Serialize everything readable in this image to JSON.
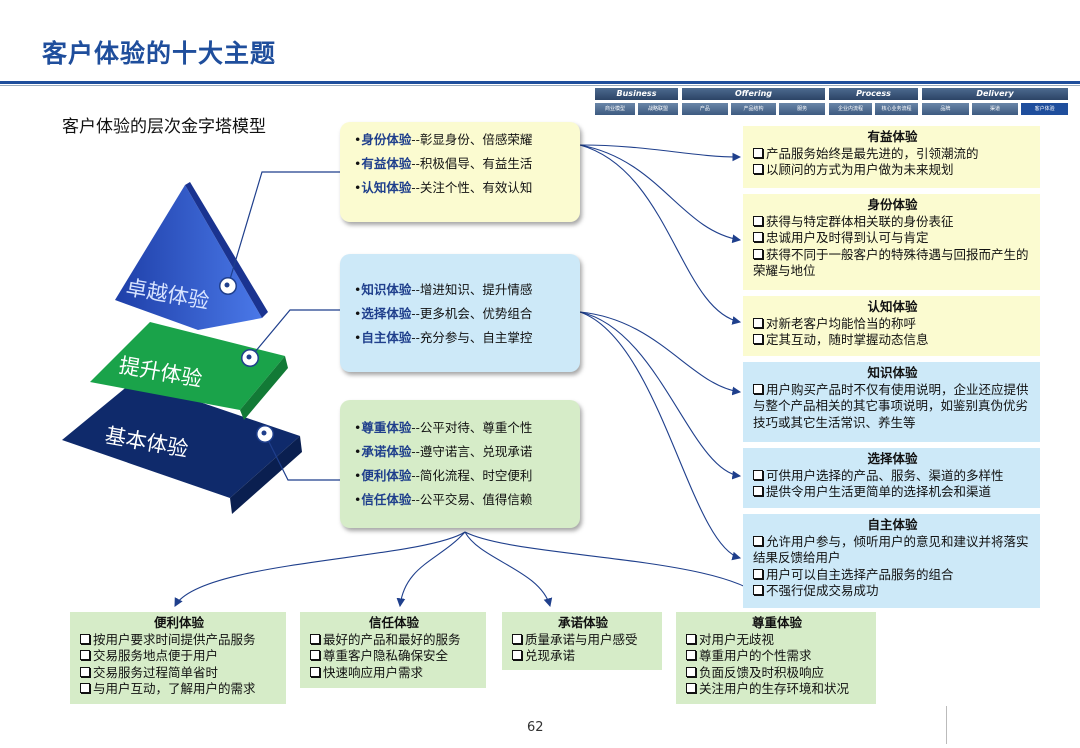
{
  "title": "客户体验的十大主题",
  "subtitle": "客户体验的层次金字塔模型",
  "header": [
    {
      "label": "Business",
      "cells": [
        "商业模型",
        "战略联盟"
      ]
    },
    {
      "label": "Offering",
      "cells": [
        "产品",
        "产品结构",
        "服务"
      ]
    },
    {
      "label": "Process",
      "cells": [
        "企业内流程",
        "核心业务流程"
      ]
    },
    {
      "label": "Delivery",
      "cells": [
        "品牌",
        "渠道",
        "客户体验"
      ]
    }
  ],
  "pyramid": {
    "levels": [
      "卓越体验",
      "提升体验",
      "基本体验"
    ],
    "colors": {
      "top": "#2f57c9",
      "middle": "#1aa34a",
      "bottom": "#0f2a6b"
    }
  },
  "mid_boxes": [
    {
      "bg": "#fbfbd0",
      "items": [
        {
          "key": "身份体验",
          "desc": "--彰显身份、倍感荣耀"
        },
        {
          "key": "有益体验",
          "desc": "--积极倡导、有益生活"
        },
        {
          "key": "认知体验",
          "desc": "--关注个性、有效认知"
        }
      ]
    },
    {
      "bg": "#cde9f8",
      "items": [
        {
          "key": "知识体验",
          "desc": "--增进知识、提升情感"
        },
        {
          "key": "选择体验",
          "desc": "--更多机会、优势组合"
        },
        {
          "key": "自主体验",
          "desc": "--充分参与、自主掌控"
        }
      ]
    },
    {
      "bg": "#d6ecc8",
      "items": [
        {
          "key": "尊重体验",
          "desc": "--公平对待、尊重个性"
        },
        {
          "key": "承诺体验",
          "desc": "--遵守诺言、兑现承诺"
        },
        {
          "key": "便利体验",
          "desc": "--简化流程、时空便利"
        },
        {
          "key": "信任体验",
          "desc": "--公平交易、值得信赖"
        }
      ]
    }
  ],
  "right_boxes": [
    {
      "title": "有益体验",
      "bg": "#fbfbd0",
      "bullets": [
        "产品服务始终是最先进的，引领潮流的",
        "以顾问的方式为用户做为未来规划"
      ]
    },
    {
      "title": "身份体验",
      "bg": "#fbfbd0",
      "bullets": [
        "获得与特定群体相关联的身份表征",
        "忠诚用户及时得到认可与肯定",
        "获得不同于一般客户的特殊待遇与回报而产生的荣耀与地位"
      ]
    },
    {
      "title": "认知体验",
      "bg": "#fbfbd0",
      "bullets": [
        "对新老客户均能恰当的称呼",
        "定其互动，随时掌握动态信息"
      ]
    },
    {
      "title": "知识体验",
      "bg": "#cde9f8",
      "bullets": [
        "用户购买产品时不仅有使用说明，企业还应提供与整个产品相关的其它事项说明，如鉴别真伪优劣技巧或其它生活常识、养生等"
      ]
    },
    {
      "title": "选择体验",
      "bg": "#cde9f8",
      "bullets": [
        "可供用户选择的产品、服务、渠道的多样性",
        "提供令用户生活更简单的选择机会和渠道"
      ]
    },
    {
      "title": "自主体验",
      "bg": "#cde9f8",
      "bullets": [
        "允许用户参与，倾听用户的意见和建议并将落实结果反馈给用户",
        "用户可以自主选择产品服务的组合",
        "不强行促成交易成功"
      ]
    }
  ],
  "bottom_boxes": [
    {
      "title": "便利体验",
      "bullets": [
        "按用户要求时间提供产品服务",
        "交易服务地点便于用户",
        "交易服务过程简单省时",
        "与用户互动，了解用户的需求"
      ]
    },
    {
      "title": "信任体验",
      "bullets": [
        "最好的产品和最好的服务",
        "尊重客户隐私确保安全",
        "快速响应用户需求"
      ]
    },
    {
      "title": "承诺体验",
      "bullets": [
        "质量承诺与用户感受",
        "兑现承诺"
      ]
    },
    {
      "title": "尊重体验",
      "bullets": [
        "对用户无歧视",
        "尊重用户的个性需求",
        "负面反馈及时积极响应",
        "关注用户的生存环境和状况"
      ]
    }
  ],
  "page_number": "62"
}
